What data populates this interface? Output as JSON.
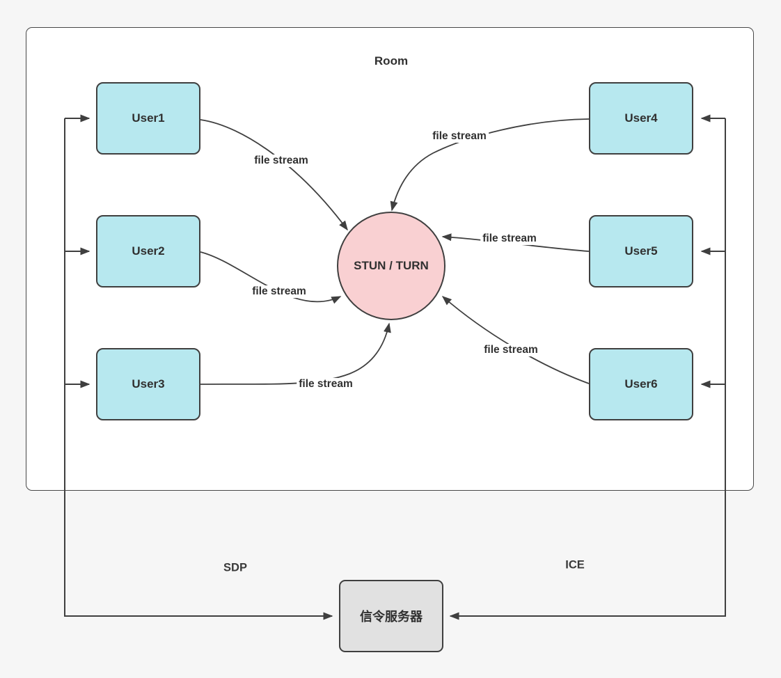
{
  "room": {
    "title": "Room"
  },
  "nodes": {
    "user1": {
      "label": "User1"
    },
    "user2": {
      "label": "User2"
    },
    "user3": {
      "label": "User3"
    },
    "user4": {
      "label": "User4"
    },
    "user5": {
      "label": "User5"
    },
    "user6": {
      "label": "User6"
    },
    "stun_turn": {
      "label": "STUN / TURN"
    },
    "signal_server": {
      "label": "信令服务器"
    }
  },
  "edges": {
    "user1_stream": {
      "label": "file stream"
    },
    "user2_stream": {
      "label": "file stream"
    },
    "user3_stream": {
      "label": "file stream"
    },
    "user4_stream": {
      "label": "file stream"
    },
    "user5_stream": {
      "label": "file stream"
    },
    "user6_stream": {
      "label": "file stream"
    },
    "sdp": {
      "label": "SDP"
    },
    "ice": {
      "label": "ICE"
    }
  },
  "colors": {
    "canvas_bg": "#f6f6f6",
    "room_fill": "#ffffff",
    "user_fill": "#b7e8ef",
    "stun_fill": "#f9d0d2",
    "signal_fill": "#e1e1e1",
    "stroke": "#3f3f3f",
    "text": "#303030"
  }
}
